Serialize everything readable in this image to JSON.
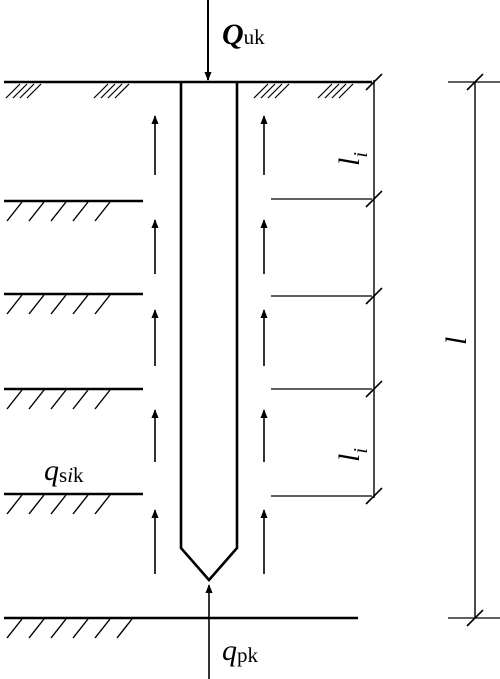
{
  "labels": {
    "load_main": "Q",
    "load_sub": "uk",
    "layer_len_top_main": "l",
    "layer_len_top_sub": "i",
    "layer_len_bot_main": "l",
    "layer_len_bot_sub": "i",
    "total_len": "l",
    "side_res_main": "q",
    "side_res_sub_a": "s",
    "side_res_sub_b": "i",
    "side_res_sub_c": "k",
    "tip_res_main": "q",
    "tip_res_sub": "pk"
  },
  "soil_layer_count": 5,
  "colors": {
    "ink": "#000000",
    "background": "#ffffff"
  }
}
